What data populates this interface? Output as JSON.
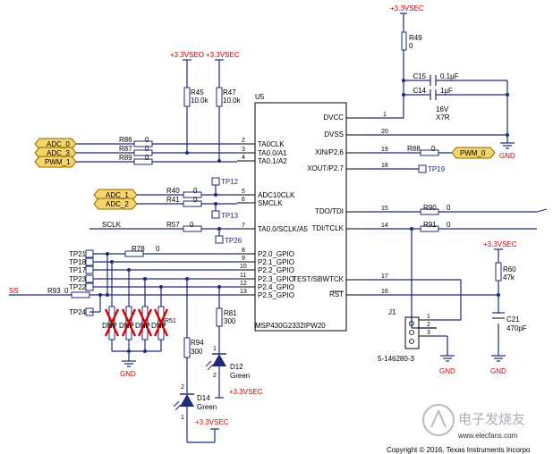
{
  "power": {
    "vsec": "+3.3VSEC",
    "vseo": "+3.3VSEO",
    "gnd": "GND"
  },
  "chip": {
    "ref": "U5",
    "part": "MSP430G2332IPW20",
    "left_pins": [
      {
        "num": "2",
        "name": "TA0CLK"
      },
      {
        "num": "3",
        "name": "TA0.0/A1"
      },
      {
        "num": "4",
        "name": "TA0.1/A2"
      },
      {
        "num": "5",
        "name": "ADC10CLK"
      },
      {
        "num": "6",
        "name": "SMCLK"
      },
      {
        "num": "7",
        "name": "TA0.0/SCLK/A5"
      },
      {
        "num": "8",
        "name": "P2.0_GPIO"
      },
      {
        "num": "9",
        "name": "P2.1_GPIO"
      },
      {
        "num": "10",
        "name": "P2.2_GPIO"
      },
      {
        "num": "11",
        "name": "P2.3_GPIO"
      },
      {
        "num": "12",
        "name": "P2.4_GPIO"
      },
      {
        "num": "13",
        "name": "P2.5_GPIO"
      }
    ],
    "right_pins": [
      {
        "num": "1",
        "name": "DVCC"
      },
      {
        "num": "20",
        "name": "DVSS"
      },
      {
        "num": "19",
        "name": "XIN/P2.6"
      },
      {
        "num": "18",
        "name": "XOUT/P2.7"
      },
      {
        "num": "15",
        "name": "TDO/TDI"
      },
      {
        "num": "14",
        "name": "TDI/TCLK"
      },
      {
        "num": "17",
        "name": "TEST/SBWTCK"
      },
      {
        "num": "16",
        "name": "RST"
      }
    ]
  },
  "resistors": {
    "r49": {
      "ref": "R49",
      "val": "0"
    },
    "r45": {
      "ref": "R45",
      "val": "10.0k"
    },
    "r47": {
      "ref": "R47",
      "val": "10.0k"
    },
    "r86": {
      "ref": "R86",
      "val": "0"
    },
    "r87": {
      "ref": "R87",
      "val": "0"
    },
    "r89": {
      "ref": "R89",
      "val": "0"
    },
    "r40": {
      "ref": "R40",
      "val": "0"
    },
    "r41": {
      "ref": "R41",
      "val": "0"
    },
    "r57": {
      "ref": "R57",
      "val": "0"
    },
    "r78": {
      "ref": "R78",
      "val": "0"
    },
    "r93": {
      "ref": "R93",
      "val": "0"
    },
    "r88": {
      "ref": "R88",
      "val": "0"
    },
    "r90": {
      "ref": "R90",
      "val": "0"
    },
    "r91": {
      "ref": "R91",
      "val": "0"
    },
    "r60": {
      "ref": "R60",
      "val": "47k"
    },
    "r81": {
      "ref": "R81",
      "val": "300"
    },
    "r94": {
      "ref": "R94",
      "val": "300"
    }
  },
  "capacitors": {
    "c15": {
      "ref": "C15",
      "val": "0.1µF"
    },
    "c14": {
      "ref": "C14",
      "val": "1µF",
      "volt": "16V",
      "diel": "X7R"
    },
    "c21": {
      "ref": "C21",
      "val": "470pF"
    }
  },
  "nets": {
    "adc0": "ADC_0",
    "adc3": "ADC_3",
    "pwm1": "PWM_1",
    "adc1": "ADC_1",
    "adc2": "ADC_2",
    "sclk": "SCLK",
    "ss": "SS",
    "pwm0": "PWM_0"
  },
  "testpoints": {
    "tp12": "TP12",
    "tp13": "TP13",
    "tp26": "TP26",
    "tp19": "TP19",
    "tp21": "TP21",
    "tp18": "TP18",
    "tp17": "TP17",
    "tp23": "TP23",
    "tp22": "TP22",
    "tp24": "TP24"
  },
  "dnp": "DNP",
  "dnp_hidden": "R51",
  "leds": {
    "d12": {
      "ref": "D12",
      "color": "Green"
    },
    "d14": {
      "ref": "D14",
      "color": "Green"
    }
  },
  "connector": {
    "ref": "J1",
    "part": "5-146280-3",
    "pins": [
      "1",
      "2",
      "3"
    ]
  },
  "diode_pins": [
    "1",
    "2"
  ],
  "copyright": "Copyright © 2016, Texas Instruments Incorpo",
  "watermark_cn": "电子发烧友",
  "watermark_url": "www.elecfans.com"
}
